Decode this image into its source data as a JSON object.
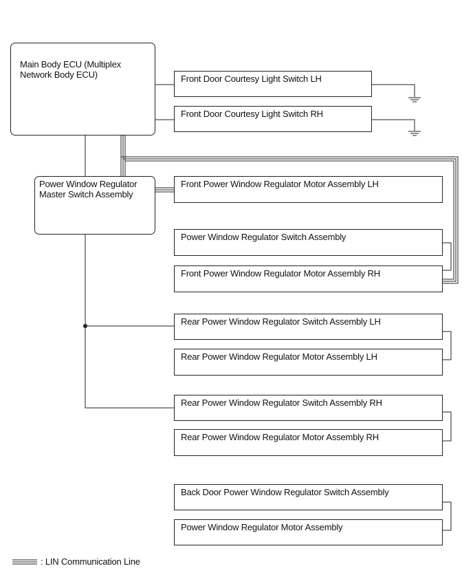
{
  "components": {
    "main_ecu": "Main Body ECU (Multiplex\nNetwork Body ECU)",
    "courtesy_lh": "Front Door Courtesy Light Switch LH",
    "courtesy_rh": "Front Door Courtesy Light Switch RH",
    "master_switch": "Power Window Regulator\nMaster Switch Assembly",
    "front_motor_lh": "Front Power Window Regulator Motor Assembly LH",
    "pw_switch": "Power Window Regulator Switch Assembly",
    "front_motor_rh": "Front Power Window Regulator Motor Assembly RH",
    "rear_switch_lh": "Rear Power Window Regulator Switch Assembly LH",
    "rear_motor_lh": "Rear Power Window Regulator Motor Assembly LH",
    "rear_switch_rh": "Rear Power Window Regulator Switch Assembly RH",
    "rear_motor_rh": "Rear Power Window Regulator Motor Assembly RH",
    "back_switch": "Back Door Power Window Regulator Switch Assembly",
    "pw_motor": "Power Window Regulator Motor Assembly"
  },
  "legend": {
    "lin_label": ": LIN Communication Line"
  }
}
